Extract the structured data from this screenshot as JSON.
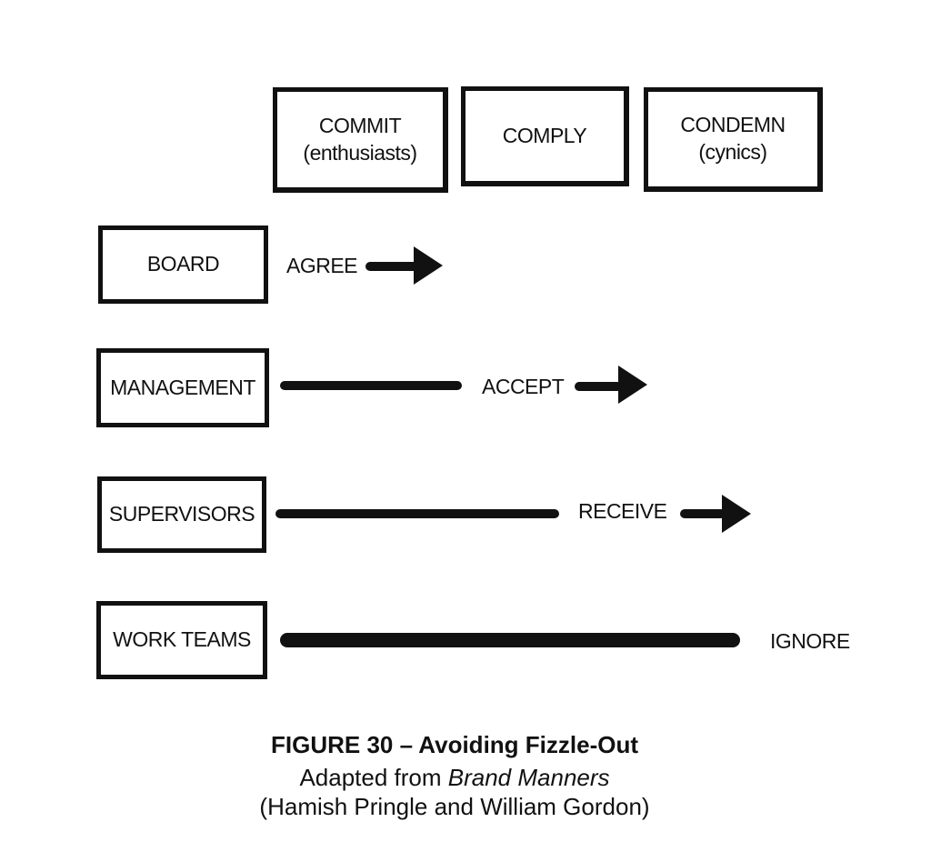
{
  "columns": [
    {
      "title": "COMMIT",
      "subtitle": "(enthusiasts)"
    },
    {
      "title": "COMPLY",
      "subtitle": ""
    },
    {
      "title": "CONDEMN",
      "subtitle": "(cynics)"
    }
  ],
  "rows": [
    {
      "group": "BOARD",
      "response": "AGREE"
    },
    {
      "group": "MANAGEMENT",
      "response": "ACCEPT"
    },
    {
      "group": "SUPERVISORS",
      "response": "RECEIVE"
    },
    {
      "group": "WORK TEAMS",
      "response": "IGNORE"
    }
  ],
  "caption": {
    "title": "FIGURE 30 – Avoiding Fizzle-Out",
    "adapted_prefix": "Adapted from ",
    "source_title": "Brand Manners",
    "authors": "(Hamish Pringle and William Gordon)"
  }
}
